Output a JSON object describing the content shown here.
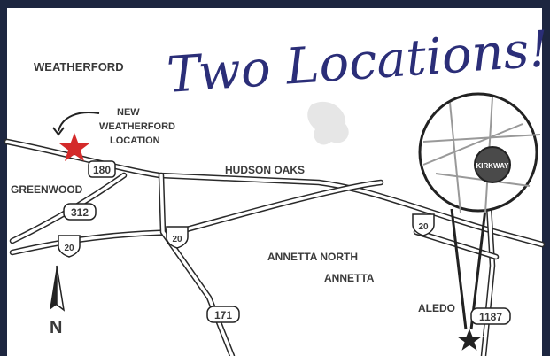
{
  "headline": "Two Locations!",
  "towns": {
    "weatherford": "WEATHERFORD",
    "greenwood": "GREENWOOD",
    "hudson_oaks": "HUDSON OAKS",
    "annetta_north": "ANNETTA NORTH",
    "annetta": "ANNETTA",
    "aledo": "ALEDO"
  },
  "callout": {
    "line1": "NEW",
    "line2": "WEATHERFORD",
    "line3": "LOCATION"
  },
  "shields": {
    "us180": "180",
    "fm312": "312",
    "i20_west": "20",
    "i20_mid": "20",
    "i20_east": "20",
    "fm171": "171",
    "fm1187": "1187"
  },
  "north_label": "N",
  "logo_text": "KIRKWAY",
  "colors": {
    "frame": "#1d2640",
    "new_location_star": "#d42a2a",
    "existing_location_star": "#222222",
    "headline": "#2b2e78"
  },
  "icons": {
    "new_location": "star-marker",
    "existing_location": "star-marker",
    "north": "north-arrow"
  }
}
